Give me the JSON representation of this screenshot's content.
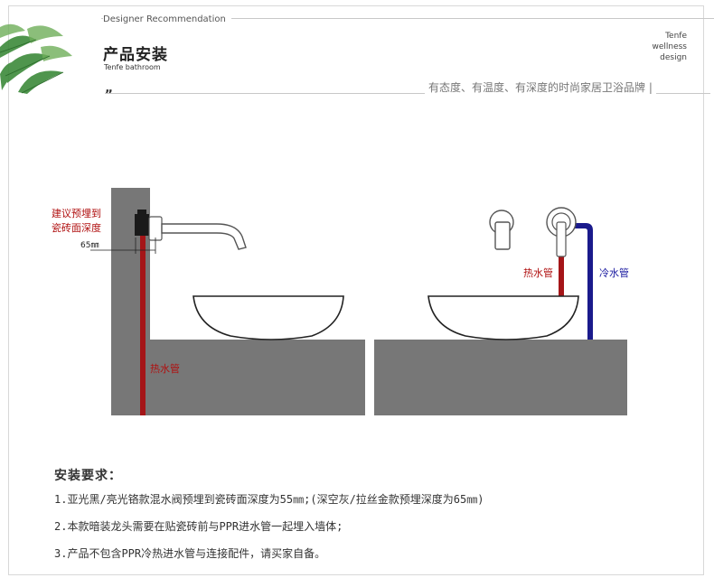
{
  "header": {
    "kicker": "Designer Recommendation",
    "title": "产品安装",
    "subtitle": "Tenfe bathroom",
    "quote_mark": "„",
    "brand_lines": [
      "Tenfe",
      "wellness",
      "design"
    ],
    "slogan": "有态度、有温度、有深度的时尚家居卫浴品牌 |"
  },
  "diagram": {
    "left_label_line1": "建议预埋到",
    "left_label_line2": "瓷砖面深度",
    "depth_value": "65㎜",
    "hot_pipe_left": "热水管",
    "hot_pipe_right": "热水管",
    "cold_pipe_right": "冷水管",
    "colors": {
      "hot": "#a51518",
      "cold": "#1a1a8c",
      "wall": "#777777"
    }
  },
  "requirements": {
    "title": "安装要求：",
    "items": [
      "1.亚光黑/亮光铬款混水阀预埋到瓷砖面深度为55㎜;(深空灰/拉丝金款预埋深度为65㎜)",
      "2.本款暗装龙头需要在贴瓷砖前与PPR进水管一起埋入墙体;",
      "3.产品不包含PPR冷热进水管与连接配件，请买家自备。"
    ]
  }
}
